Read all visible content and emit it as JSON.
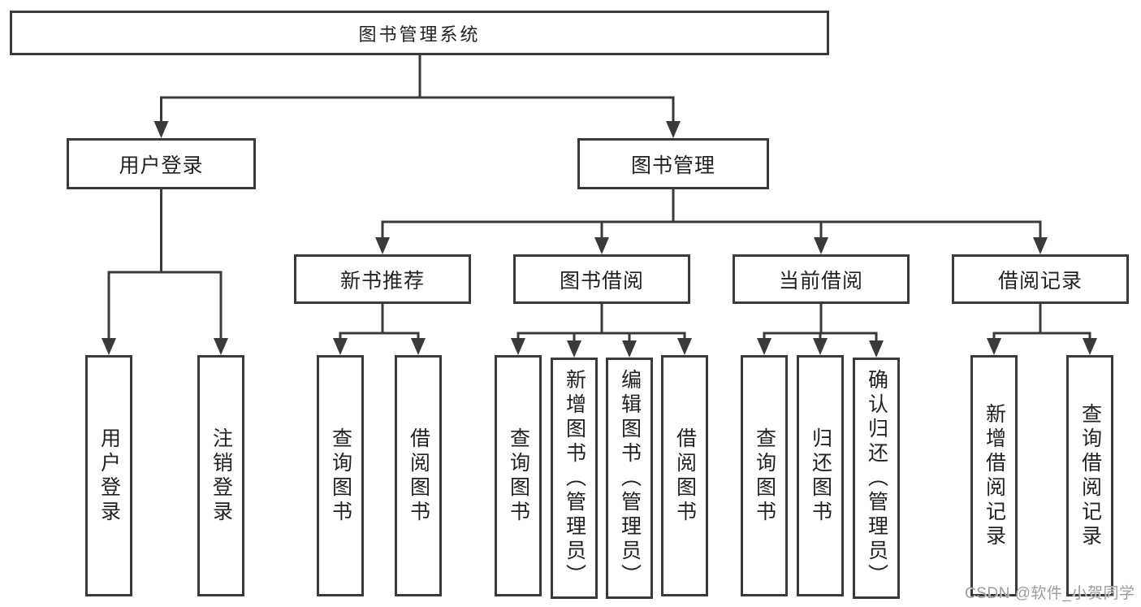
{
  "diagram": {
    "root_label": "图书管理系统",
    "branches": [
      {
        "label": "用户登录",
        "children": [
          {
            "label": "用户登录"
          },
          {
            "label": "注销登录"
          }
        ]
      },
      {
        "label": "图书管理",
        "groups": [
          {
            "label": "新书推荐",
            "children": [
              {
                "label": "查询图书"
              },
              {
                "label": "借阅图书"
              }
            ]
          },
          {
            "label": "图书借阅",
            "children": [
              {
                "label": "查询图书"
              },
              {
                "label": "新增图书（管理员）"
              },
              {
                "label": "编辑图书（管理员）"
              },
              {
                "label": "借阅图书"
              }
            ]
          },
          {
            "label": "当前借阅",
            "children": [
              {
                "label": "查询图书"
              },
              {
                "label": "归还图书"
              },
              {
                "label": "确认归还（管理员）"
              }
            ]
          },
          {
            "label": "借阅记录",
            "children": [
              {
                "label": "新增借阅记录"
              },
              {
                "label": "查询借阅记录"
              }
            ]
          }
        ]
      }
    ]
  },
  "watermark": {
    "text": "CSDN @软件_小贺同学"
  },
  "colors": {
    "line": "#3a3a3a",
    "text": "#222222",
    "watermark": "#9c9c9c",
    "background": "#ffffff"
  }
}
